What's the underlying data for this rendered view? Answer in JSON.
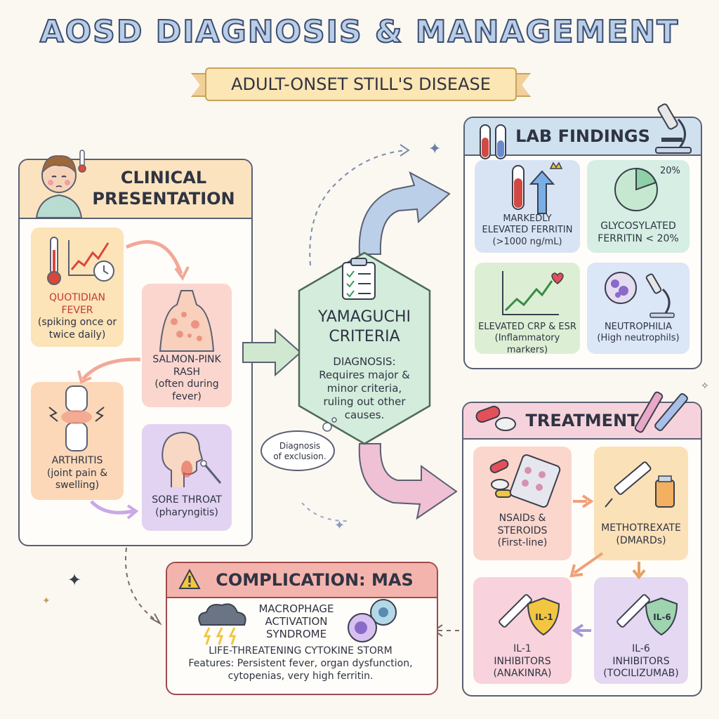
{
  "title": "AOSD DIAGNOSIS & MANAGEMENT",
  "subtitle": "ADULT-ONSET STILL'S DISEASE",
  "clinical": {
    "title_line1": "CLINICAL",
    "title_line2": "PRESENTATION",
    "fever": {
      "title_line1": "QUOTIDIAN",
      "title_line2": "FEVER",
      "desc_line1": "(spiking once or",
      "desc_line2": "twice daily)"
    },
    "rash": {
      "title_line1": "SALMON-PINK",
      "title_line2": "RASH",
      "desc_line1": "(often during",
      "desc_line2": "fever)"
    },
    "arthritis": {
      "title": "ARTHRITIS",
      "desc_line1": "(joint pain &",
      "desc_line2": "swelling)"
    },
    "throat": {
      "title": "SORE THROAT",
      "desc": "(pharyngitis)"
    }
  },
  "yamaguchi": {
    "title_line1": "YAMAGUCHI",
    "title_line2": "CRITERIA",
    "desc_line1": "DIAGNOSIS:",
    "desc_line2": "Requires major &",
    "desc_line3": "minor criteria,",
    "desc_line4": "ruling out other",
    "desc_line5": "causes.",
    "bubble_line1": "Diagnosis",
    "bubble_line2": "of exclusion."
  },
  "lab": {
    "title": "LAB FINDINGS",
    "ferritin": {
      "line1": "MARKEDLY",
      "line2": "ELEVATED FERRITIN",
      "line3": "(>1000 ng/mL)"
    },
    "glyco": {
      "pct": "20%",
      "line1": "GLYCOSYLATED",
      "line2": "FERRITIN < 20%"
    },
    "crp": {
      "line1": "ELEVATED CRP & ESR",
      "line2": "(Inflammatory markers)"
    },
    "neutro": {
      "line1": "NEUTROPHILIA",
      "line2": "(High neutrophils)"
    }
  },
  "treatment": {
    "title": "TREATMENT",
    "nsaids": {
      "line1": "NSAIDs &",
      "line2": "STEROIDS",
      "line3": "(First-line)"
    },
    "mtx": {
      "line1": "METHOTREXATE",
      "line2": "(DMARDs)"
    },
    "il1": {
      "badge": "IL-1",
      "line1": "IL-1",
      "line2": "INHIBITORS",
      "line3": "(ANAKINRA)"
    },
    "il6": {
      "badge": "IL-6",
      "line1": "IL-6",
      "line2": "INHIBITORS",
      "line3": "(TOCILIZUMAB)"
    }
  },
  "complication": {
    "title": "COMPLICATION: MAS",
    "line1": "MACROPHAGE",
    "line2": "ACTIVATION",
    "line3": "SYNDROME",
    "line4": "LIFE-THREATENING CYTOKINE STORM",
    "line5": "Features: Persistent fever, organ dysfunction,",
    "line6": "cytopenias, very high ferritin."
  }
}
